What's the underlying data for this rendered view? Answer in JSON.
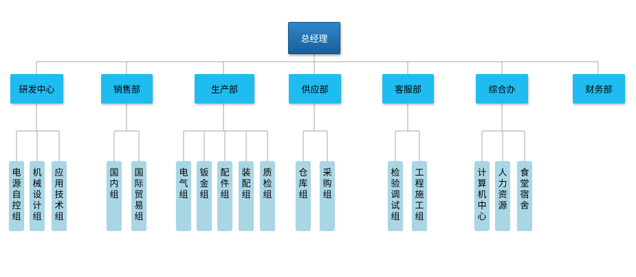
{
  "ceo": "总经理",
  "departments": [
    {
      "name": "研发中心",
      "teams": [
        "电源自控组",
        "机械设计组",
        "应用技术组"
      ]
    },
    {
      "name": "销售部",
      "teams": [
        "国内组",
        "国际贸易组"
      ]
    },
    {
      "name": "生产部",
      "teams": [
        "电气组",
        "钣金组",
        "配件组",
        "装配组",
        "质检组"
      ]
    },
    {
      "name": "供应部",
      "teams": [
        "仓库组",
        "采购组"
      ]
    },
    {
      "name": "客服部",
      "teams": [
        "检验调试组",
        "工程施工组"
      ]
    },
    {
      "name": "综合办",
      "teams": [
        "计算机中心",
        "人力资源",
        "食堂宿舍"
      ]
    },
    {
      "name": "财务部",
      "teams": []
    }
  ]
}
